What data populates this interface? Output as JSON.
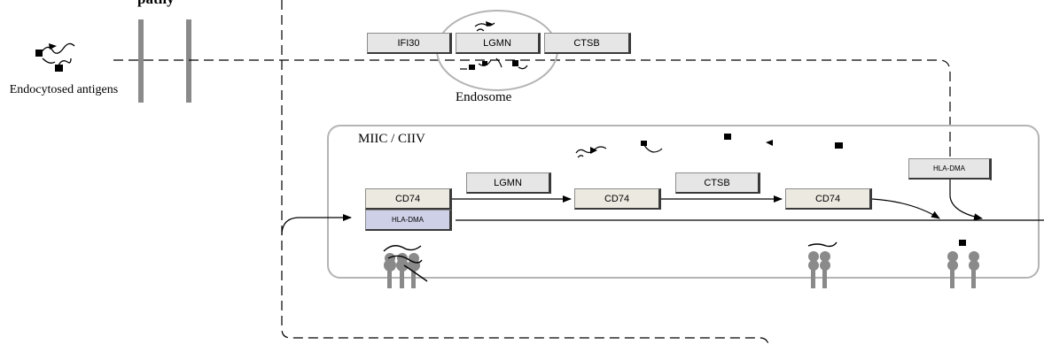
{
  "labels": {
    "endocytosed_antigens": "Endocytosed antigens",
    "endosome": "Endosome",
    "miic_ciiv": "MIIC / CIIV",
    "top_partial": "pathy"
  },
  "genes": {
    "ifi30": "IFI30",
    "lgmn_top": "LGMN",
    "ctsb_top": "CTSB",
    "cd74_a": "CD74",
    "hla_dma_a": "HLA-DMA",
    "lgmn_mid": "LGMN",
    "cd74_b": "CD74",
    "ctsb_mid": "CTSB",
    "cd74_c": "CD74",
    "hla_dma_b": "HLA-DMA"
  },
  "colors": {
    "gene_box": "#e6e6e6",
    "gene_box_beige": "#ece9e0",
    "gene_box_lavender": "#cdd0e6",
    "compartment_outline": "#b4b4b4",
    "molecule_grey": "#8a8a8a"
  }
}
